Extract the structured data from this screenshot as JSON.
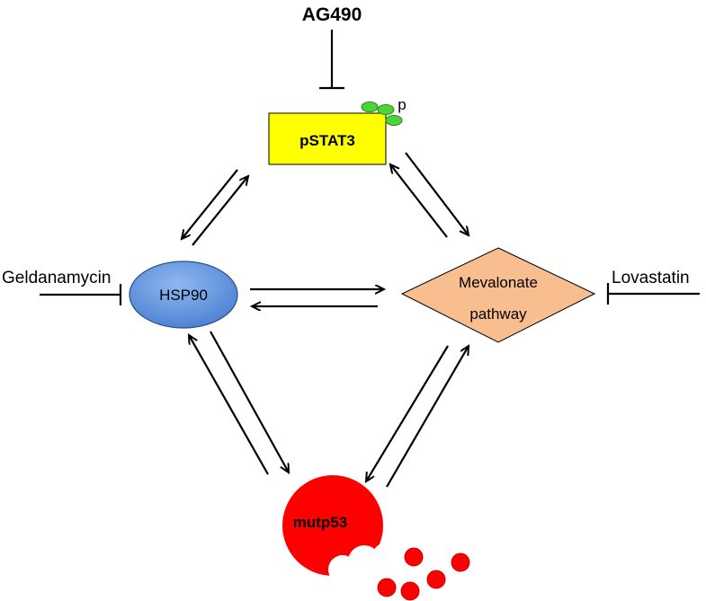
{
  "nodes": {
    "inhibitor_top": "AG490",
    "inhibitor_left": "Geldanamycin",
    "inhibitor_right": "Lovastatin",
    "pstat3": "pSTAT3",
    "phospho": "p",
    "hsp90": "HSP90",
    "mevalonate_line1": "Mevalonate",
    "mevalonate_line2": "pathway",
    "mutp53": "mutp53"
  },
  "colors": {
    "pstat3_fill": "#ffff00",
    "phospho_fill": "#4cd335",
    "hsp90_fill": "#5b8fdb",
    "mevalonate_fill": "#f9be8f",
    "mutp53_fill": "#ff0000"
  }
}
